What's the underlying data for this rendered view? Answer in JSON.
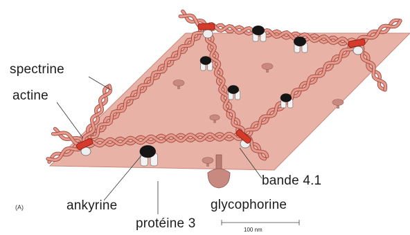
{
  "figure": {
    "panel_letter": "(A)",
    "scale_bar_label": "100 nm",
    "labels": {
      "spectrine": "spectrine",
      "actine": "actine",
      "ankyrine": "ankyrine",
      "proteine3": "protéine 3",
      "bande41": "bande 4.1",
      "glycophorine": "glycophorine"
    },
    "colors": {
      "membrane": "#e9b2a6",
      "membrane_edge": "#c9877a",
      "spectrin_strand": "#e8998c",
      "spectrin_edge": "#9a4a40",
      "actin": "#d63a2a",
      "ankyrin": "#151515",
      "band3": "#f2f2f2",
      "glycophorin": "#c88a80"
    }
  }
}
